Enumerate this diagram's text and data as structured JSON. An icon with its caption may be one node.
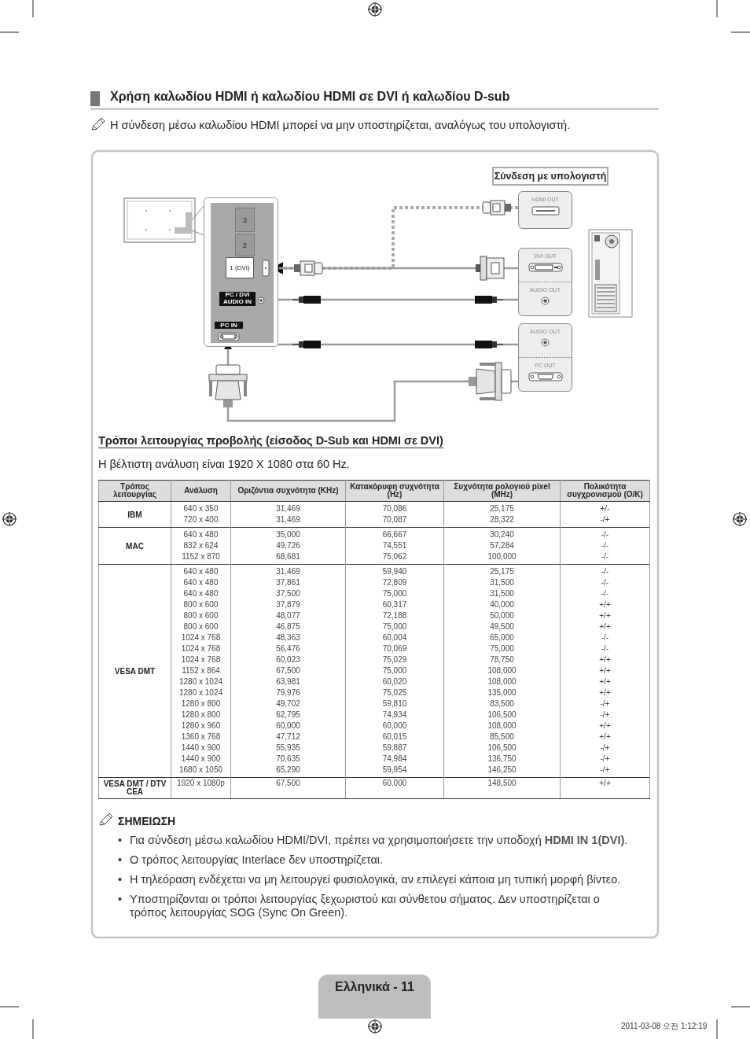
{
  "diagram": {
    "title": "Χρήση καλωδίου HDMI ή καλωδίου HDMI σε DVI ή καλωδίου D-sub",
    "nodes": [
      {
        "text": [
          "Σύνδεση με υπολογιστή"
        ]
      },
      {
        "text": [],
        "shape": "box"
      },
      {
        "text": [
          "3"
        ],
        "in": 1
      },
      {
        "text": [
          "2"
        ],
        "in": 1
      },
      {
        "text": [
          "1 (DVI)"
        ],
        "in": 1
      },
      {
        "text": [
          "PC / DVI AUDIO IN"
        ],
        "in": 1
      },
      {
        "text": [
          "PC IN"
        ],
        "in": 1
      },
      {
        "text": [
          "HDMI OUT"
        ]
      },
      {
        "text": [
          "DVI OUT",
          "AUDIO OUT"
        ]
      },
      {
        "text": [
          "AUDIO OUT",
          "PC OUT"
        ]
      }
    ],
    "edges": [
      {
        "from": 7,
        "to": 4,
        "arrow": "to",
        "style": "dashed",
        "color": "#aaaaaa"
      },
      {
        "from": 8,
        "to": 4,
        "arrow": "to"
      },
      {
        "from": 8,
        "to": 5,
        "arrow": "to"
      },
      {
        "from": 9,
        "to": 5,
        "arrow": "to"
      },
      {
        "from": 9,
        "to": 6,
        "arrow": "to"
      }
    ],
    "labels": [
      "Η σύνδεση μέσω καλωδίου HDMI μπορεί να μην υποστηρίζεται, αναλόγως του υπολογιστή.",
      "Τρόποι λειτουργίας προβολής (είσοδος D-Sub και HDMI σε DVI)",
      "Η βέλτιστη ανάλυση είναι 1920 X 1080 στα 60 Hz.",
      "Τρόπος λειτουργίας",
      "Ανάλυση",
      "Οριζόντια συχνότητα (KHz)",
      "Κατακόρυφη συχνότητα (Hz)",
      "Συχνότητα ρολογιού pixel (MHz)",
      "Πολικότητα συγχρονισμού (O/K)",
      "IBM",
      "640 x 350",
      "31,469",
      "70,086",
      "25,175",
      "+/-",
      "720 x 400",
      "31,469",
      "70,087",
      "28,322",
      "-/+",
      "MAC",
      "640 x 480",
      "35,000",
      "66,667",
      "30,240",
      "-/-",
      "832 x 624",
      "49,726",
      "74,551",
      "57,284",
      "-/-",
      "1152 x 870",
      "68,681",
      "75,062",
      "100,000",
      "-/-",
      "VESA DMT",
      "640 x 480",
      "31,469",
      "59,940",
      "25,175",
      "-/-",
      "640 x 480",
      "37,861",
      "72,809",
      "31,500",
      "-/-",
      "640 x 480",
      "37,500",
      "75,000",
      "31,500",
      "-/-",
      "800 x 600",
      "37,879",
      "60,317",
      "40,000",
      "+/+",
      "800 x 600",
      "48,077",
      "72,188",
      "50,000",
      "+/+",
      "800 x 600",
      "46,875",
      "75,000",
      "49,500",
      "+/+",
      "1024 x 768",
      "48,363",
      "60,004",
      "65,000",
      "-/-",
      "1024 x 768",
      "56,476",
      "70,069",
      "75,000",
      "-/-",
      "1024 x 768",
      "60,023",
      "75,029",
      "78,750",
      "+/+",
      "1152 x 864",
      "67,500",
      "75,000",
      "108,000",
      "+/+",
      "1280 x 1024",
      "63,981",
      "60,020",
      "108,000",
      "+/+",
      "1280 x 1024",
      "79,976",
      "75,025",
      "135,000",
      "+/+",
      "1280 x 800",
      "49,702",
      "59,810",
      "83,500",
      "-/+",
      "1280 x 800",
      "62,795",
      "74,934",
      "106,500",
      "-/+",
      "1280 x 960",
      "60,000",
      "60,000",
      "108,000",
      "+/+",
      "1360 x 768",
      "47,712",
      "60,015",
      "85,500",
      "+/+",
      "1440 x 900",
      "55,935",
      "59,887",
      "106,500",
      "-/+",
      "1440 x 900",
      "70,635",
      "74,984",
      "136,750",
      "-/+",
      "1680 x 1050",
      "65,290",
      "59,954",
      "146,250",
      "-/+",
      "VESA DMT / DTV CEA",
      "1920 x 1080p",
      "67,500",
      "60,000",
      "148,500",
      "+/+",
      "ΣΗΜΕΙΩΣΗ",
      "•",
      "Για σύνδεση μέσω καλωδίου HDMI/DVI, πρέπει να χρησιμοποιήσετε την υποδοχή **HDMI IN 1(DVI)**.",
      "•",
      "Ο τρόπος λειτουργίας Interlace δεν υποστηρίζεται.",
      "•",
      "Η τηλεόραση ενδέχεται να μη λειτουργεί φυσιολογικά, αν επιλεγεί κάποια μη τυπική μορφή βίντεο.",
      "•",
      "Υποστηρίζονται οι τρόποι λειτουργίας ξεχωριστού και σύνθετου σήματος. Δεν υποστηρίζεται ο τρόπος λειτουργίας SOG (Sync On Green).",
      "Ελληνικά - 11",
      "2011-03-08 오전 1:12:19"
    ]
  }
}
